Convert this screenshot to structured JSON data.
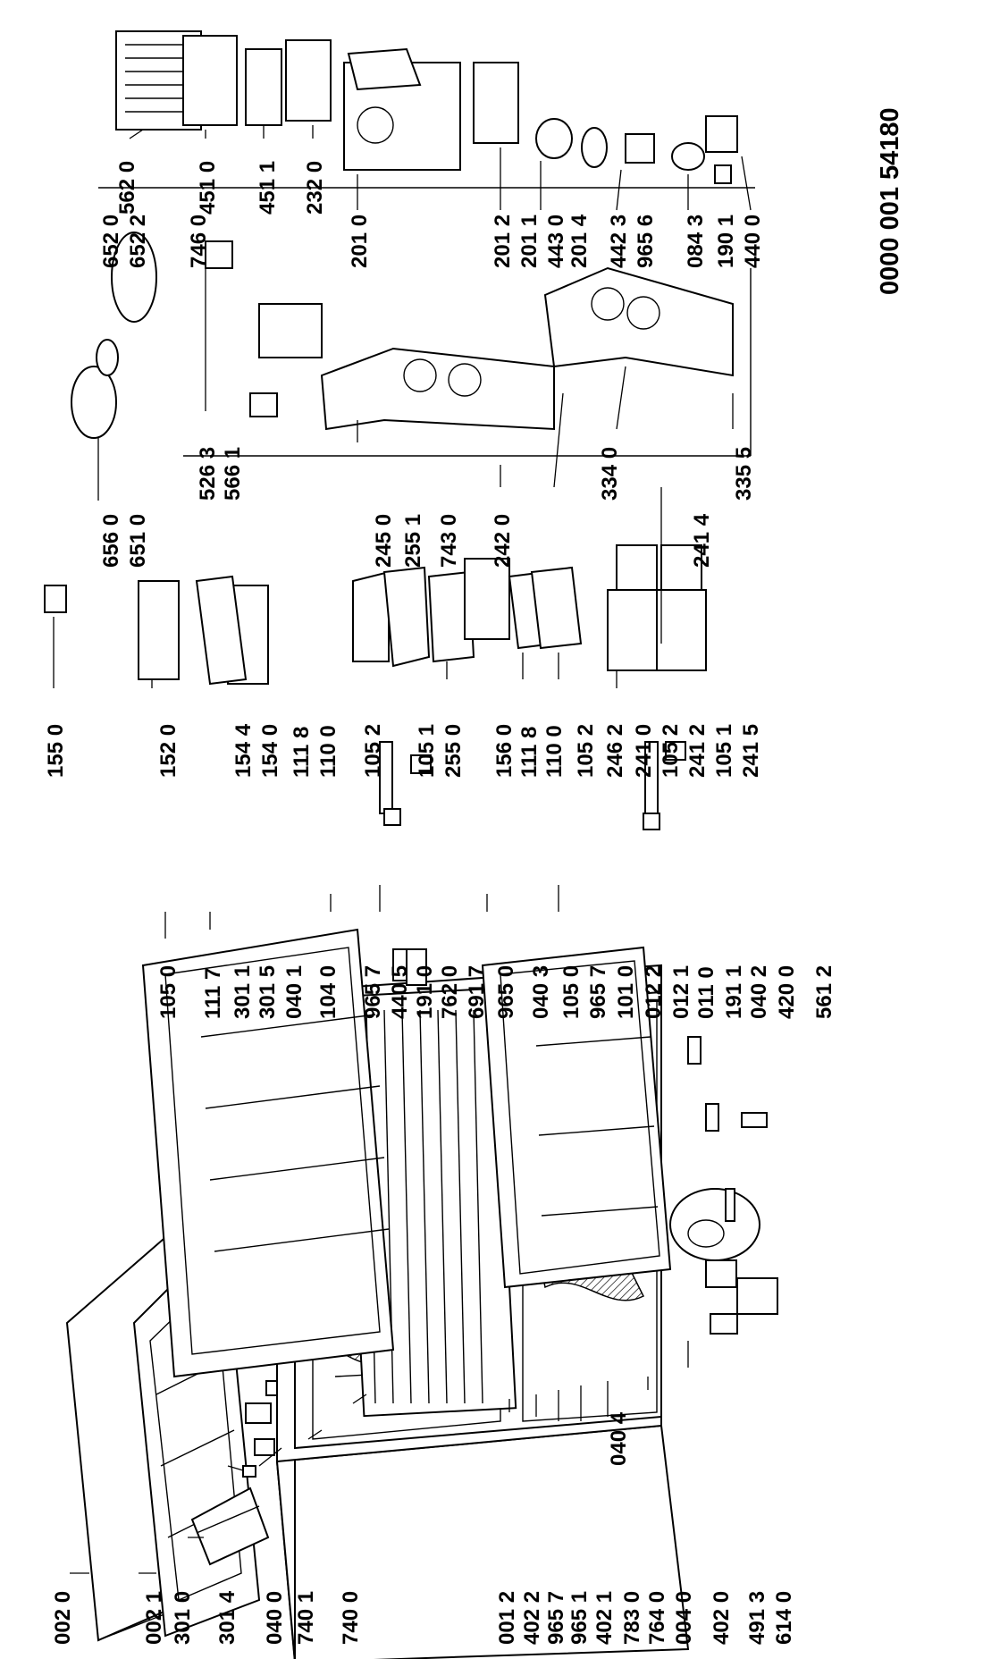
{
  "diagram": {
    "drawing_code": "0000 001 54180",
    "labels": [
      {
        "id": "l0020",
        "text": "002 0"
      },
      {
        "id": "l0021",
        "text": "002 1"
      },
      {
        "id": "l3010",
        "text": "301 0"
      },
      {
        "id": "l3014",
        "text": "301 4"
      },
      {
        "id": "l0400",
        "text": "040 0"
      },
      {
        "id": "l7401",
        "text": "740 1"
      },
      {
        "id": "l7400",
        "text": "740 0"
      },
      {
        "id": "l0012",
        "text": "001 2"
      },
      {
        "id": "l4022",
        "text": "402 2"
      },
      {
        "id": "l9657a",
        "text": "965 7"
      },
      {
        "id": "l9651",
        "text": "965 1"
      },
      {
        "id": "l4021",
        "text": "402 1"
      },
      {
        "id": "l7830",
        "text": "783 0"
      },
      {
        "id": "l7640",
        "text": "764 0"
      },
      {
        "id": "l0040",
        "text": "004 0"
      },
      {
        "id": "l4020",
        "text": "402 0"
      },
      {
        "id": "l4913",
        "text": "491 3"
      },
      {
        "id": "l6140",
        "text": "614 0"
      },
      {
        "id": "l1050a",
        "text": "105 0"
      },
      {
        "id": "l1117",
        "text": "111 7"
      },
      {
        "id": "l3011",
        "text": "301 1"
      },
      {
        "id": "l3015",
        "text": "301 5"
      },
      {
        "id": "l0401",
        "text": "040 1"
      },
      {
        "id": "l1040",
        "text": "104 0"
      },
      {
        "id": "l9657b",
        "text": "965 7"
      },
      {
        "id": "l4405",
        "text": "440 5"
      },
      {
        "id": "l1910",
        "text": "191 0"
      },
      {
        "id": "l7620",
        "text": "762 0"
      },
      {
        "id": "l6917",
        "text": "691 7"
      },
      {
        "id": "l9650",
        "text": "965 0"
      },
      {
        "id": "l0403",
        "text": "040 3"
      },
      {
        "id": "l1050b",
        "text": "105 0"
      },
      {
        "id": "l9657c",
        "text": "965 7"
      },
      {
        "id": "l1010",
        "text": "101 0"
      },
      {
        "id": "l0122",
        "text": "012 2"
      },
      {
        "id": "l0121",
        "text": "012 1"
      },
      {
        "id": "l0110",
        "text": "011 0"
      },
      {
        "id": "l1911",
        "text": "191 1"
      },
      {
        "id": "l0402",
        "text": "040 2"
      },
      {
        "id": "l4200",
        "text": "420 0"
      },
      {
        "id": "l5612",
        "text": "561 2"
      },
      {
        "id": "l0404",
        "text": "040 4"
      },
      {
        "id": "l1550",
        "text": "155 0"
      },
      {
        "id": "l1520",
        "text": "152 0"
      },
      {
        "id": "l1544",
        "text": "154 4"
      },
      {
        "id": "l1540",
        "text": "154 0"
      },
      {
        "id": "l1118a",
        "text": "111 8"
      },
      {
        "id": "l1100a",
        "text": "110 0"
      },
      {
        "id": "l1052a",
        "text": "105 2"
      },
      {
        "id": "l1051a",
        "text": "105 1"
      },
      {
        "id": "l2550",
        "text": "255 0"
      },
      {
        "id": "l1560",
        "text": "156 0"
      },
      {
        "id": "l1118b",
        "text": "111 8"
      },
      {
        "id": "l1100b",
        "text": "110 0"
      },
      {
        "id": "l1052b",
        "text": "105 2"
      },
      {
        "id": "l2462",
        "text": "246 2"
      },
      {
        "id": "l2410",
        "text": "241 0"
      },
      {
        "id": "l1052c",
        "text": "105 2"
      },
      {
        "id": "l2412",
        "text": "241 2"
      },
      {
        "id": "l1051b",
        "text": "105 1"
      },
      {
        "id": "l2415",
        "text": "241 5"
      },
      {
        "id": "l6560",
        "text": "656 0"
      },
      {
        "id": "l6510",
        "text": "651 0"
      },
      {
        "id": "l6520",
        "text": "652 0"
      },
      {
        "id": "l6522",
        "text": "652 2"
      },
      {
        "id": "l2450",
        "text": "245 0"
      },
      {
        "id": "l2551",
        "text": "255 1"
      },
      {
        "id": "l7430",
        "text": "743 0"
      },
      {
        "id": "l2420",
        "text": "242 0"
      },
      {
        "id": "l2414",
        "text": "241 4"
      },
      {
        "id": "l5263",
        "text": "526 3"
      },
      {
        "id": "l5661",
        "text": "566 1"
      },
      {
        "id": "l3340",
        "text": "334 0"
      },
      {
        "id": "l3355",
        "text": "335 5"
      },
      {
        "id": "l5620",
        "text": "562 0"
      },
      {
        "id": "l4510",
        "text": "451 0"
      },
      {
        "id": "l4511",
        "text": "451 1"
      },
      {
        "id": "l2320",
        "text": "232 0"
      },
      {
        "id": "l7460",
        "text": "746 0"
      },
      {
        "id": "l2010",
        "text": "201 0"
      },
      {
        "id": "l2012",
        "text": "201 2"
      },
      {
        "id": "l2011",
        "text": "201 1"
      },
      {
        "id": "l4430",
        "text": "443 0"
      },
      {
        "id": "l2014",
        "text": "201 4"
      },
      {
        "id": "l4423",
        "text": "442 3"
      },
      {
        "id": "l9656",
        "text": "965 6"
      },
      {
        "id": "l0843",
        "text": "084 3"
      },
      {
        "id": "l1901",
        "text": "190 1"
      },
      {
        "id": "l4400",
        "text": "440 0"
      }
    ]
  }
}
